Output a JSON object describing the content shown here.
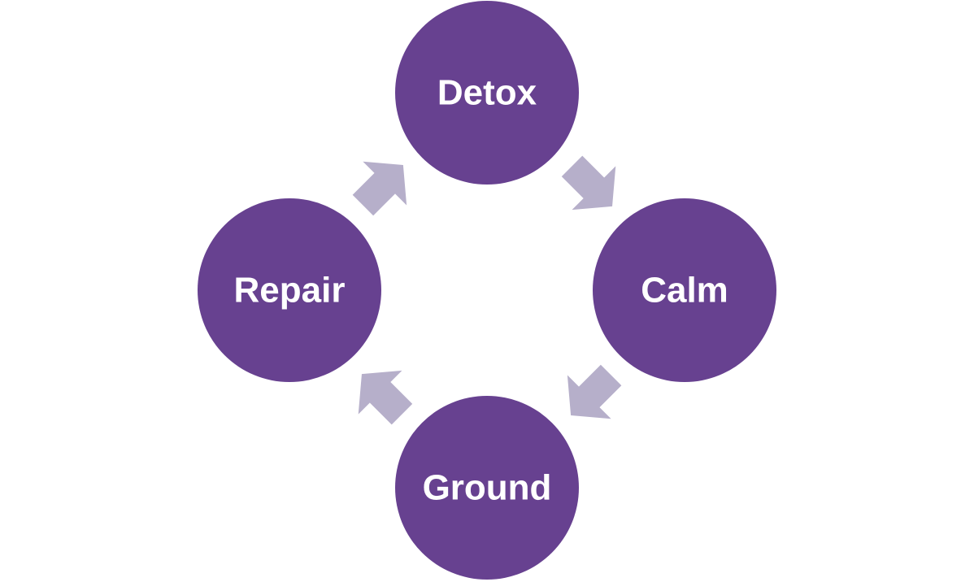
{
  "diagram": {
    "type": "cycle",
    "colors": {
      "node": "#674190",
      "arrow": "#B6AFCA",
      "text": "#FFFFFF"
    },
    "nodes": [
      {
        "id": "detox",
        "label": "Detox"
      },
      {
        "id": "calm",
        "label": "Calm"
      },
      {
        "id": "ground",
        "label": "Ground"
      },
      {
        "id": "repair",
        "label": "Repair"
      }
    ],
    "edges": [
      {
        "from": "detox",
        "to": "calm"
      },
      {
        "from": "calm",
        "to": "ground"
      },
      {
        "from": "ground",
        "to": "repair"
      },
      {
        "from": "repair",
        "to": "detox"
      }
    ]
  }
}
